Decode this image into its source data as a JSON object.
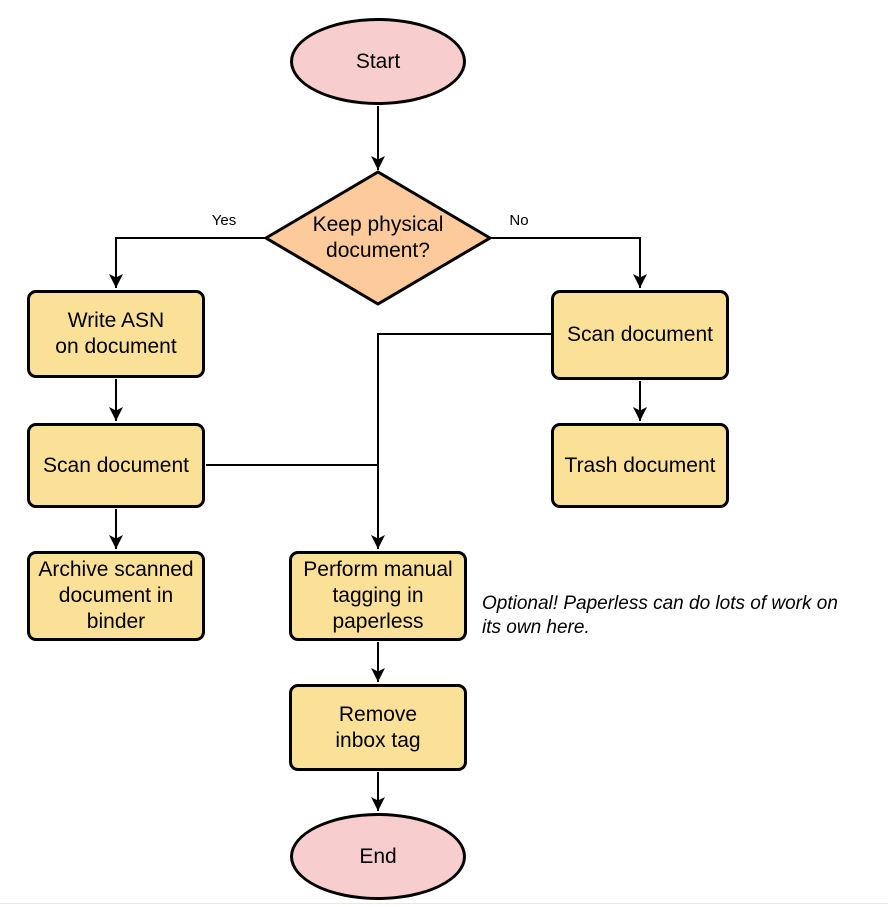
{
  "diagram": {
    "nodes": {
      "start": {
        "label": "Start",
        "shape": "ellipse"
      },
      "decision": {
        "label": "Keep physical\ndocument?",
        "shape": "diamond"
      },
      "write_asn": {
        "label": "Write ASN\non document",
        "shape": "rounded-rect"
      },
      "scan_left": {
        "label": "Scan document",
        "shape": "rounded-rect"
      },
      "archive": {
        "label": "Archive scanned\ndocument in\nbinder",
        "shape": "rounded-rect"
      },
      "scan_right": {
        "label": "Scan document",
        "shape": "rounded-rect"
      },
      "trash": {
        "label": "Trash document",
        "shape": "rounded-rect"
      },
      "tagging": {
        "label": "Perform manual\ntagging in\npaperless",
        "shape": "rounded-rect"
      },
      "remove_inbox": {
        "label": "Remove\ninbox tag",
        "shape": "rounded-rect"
      },
      "end": {
        "label": "End",
        "shape": "ellipse"
      }
    },
    "edge_labels": {
      "yes": "Yes",
      "no": "No"
    },
    "note": "Optional! Paperless can do lots of work on\nits own here.",
    "colors": {
      "terminal_fill": "#F8CDCD",
      "decision_fill": "#FDCA9B",
      "process_fill": "#FBE098",
      "stroke": "#000000"
    }
  }
}
